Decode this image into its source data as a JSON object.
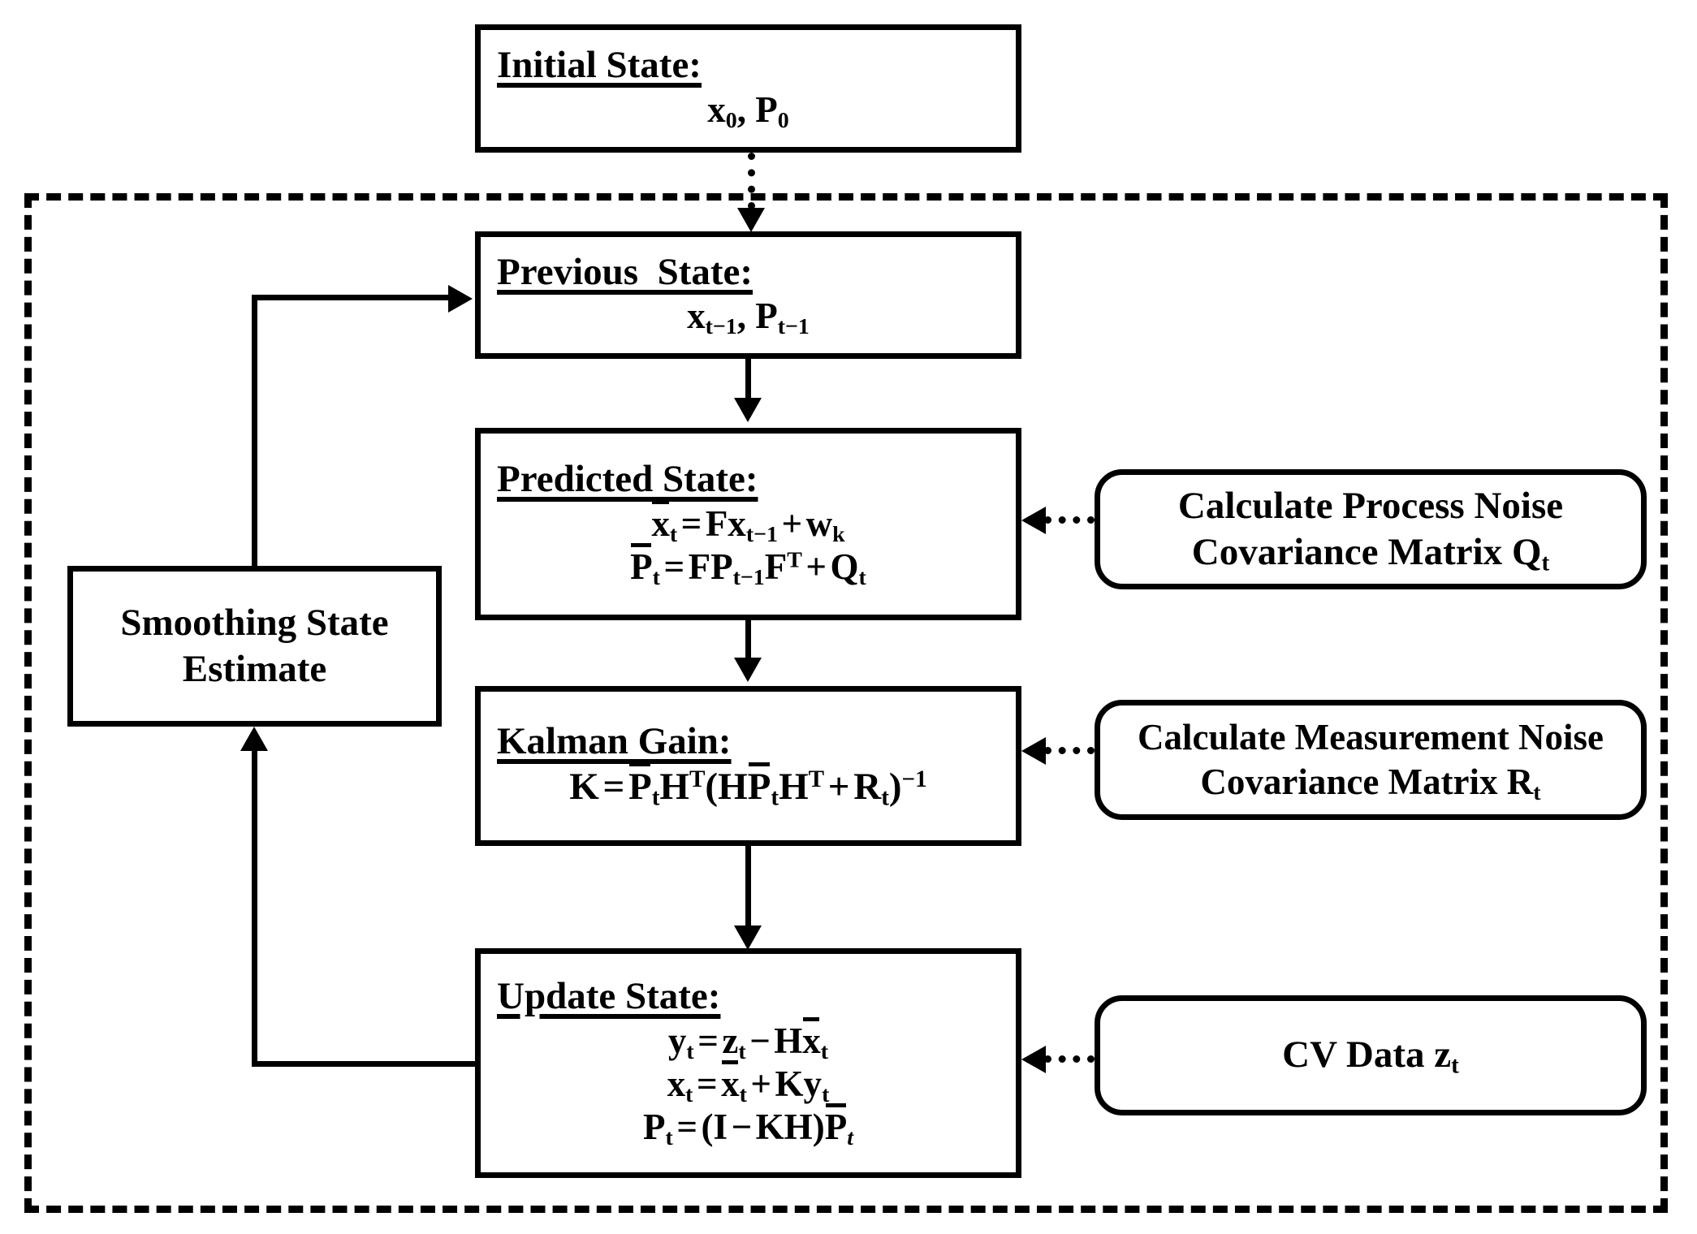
{
  "diagram": {
    "title": "Kalman Filter Flowchart",
    "line_color": "#000000",
    "background": "#ffffff"
  },
  "nodes": {
    "initial_state": {
      "heading": "Initial State:",
      "equation": "x0, P0"
    },
    "previous_state": {
      "heading": "Previous  State:",
      "equation": "xt-1, Pt-1"
    },
    "predicted_state": {
      "heading": "Predicted State:",
      "equation_1": "x̄t = Fxt−1 + wk",
      "equation_2": "P̄t = FPt−1FT + Qt"
    },
    "kalman_gain": {
      "heading": "Kalman Gain:",
      "equation_1": "K = P̄tHT(HP̄tHT + Rt)−1"
    },
    "update_state": {
      "heading": "Update State:",
      "equation_1": "yt = zt − Hx̄t",
      "equation_2": "xt = x̄t + Kyt",
      "equation_3": "Pt = (I − KH)P̄t"
    },
    "smoothing_state": {
      "line_1": "Smoothing State",
      "line_2": "Estimate"
    },
    "process_noise": {
      "line_1": "Calculate Process Noise",
      "line_2": "Covariance Matrix Qt"
    },
    "measurement_noise": {
      "line_1": "Calculate Measurement Noise",
      "line_2": "Covariance Matrix Rt"
    },
    "cv_data": {
      "line_1": "CV Data zt"
    }
  },
  "connections": [
    {
      "name": "initial-to-previous",
      "style": "dotted",
      "direction": "down"
    },
    {
      "name": "previous-to-predicted",
      "style": "solid",
      "direction": "down"
    },
    {
      "name": "predicted-to-kalman",
      "style": "solid",
      "direction": "down"
    },
    {
      "name": "kalman-to-update",
      "style": "solid",
      "direction": "down"
    },
    {
      "name": "update-to-smoothing",
      "style": "solid",
      "direction": "up"
    },
    {
      "name": "smoothing-to-previous",
      "style": "solid",
      "direction": "right"
    },
    {
      "name": "process-noise-to-predicted",
      "style": "dotted",
      "direction": "left"
    },
    {
      "name": "measurement-noise-to-kalman",
      "style": "dotted",
      "direction": "left"
    },
    {
      "name": "cv-data-to-update",
      "style": "dotted",
      "direction": "left"
    }
  ]
}
